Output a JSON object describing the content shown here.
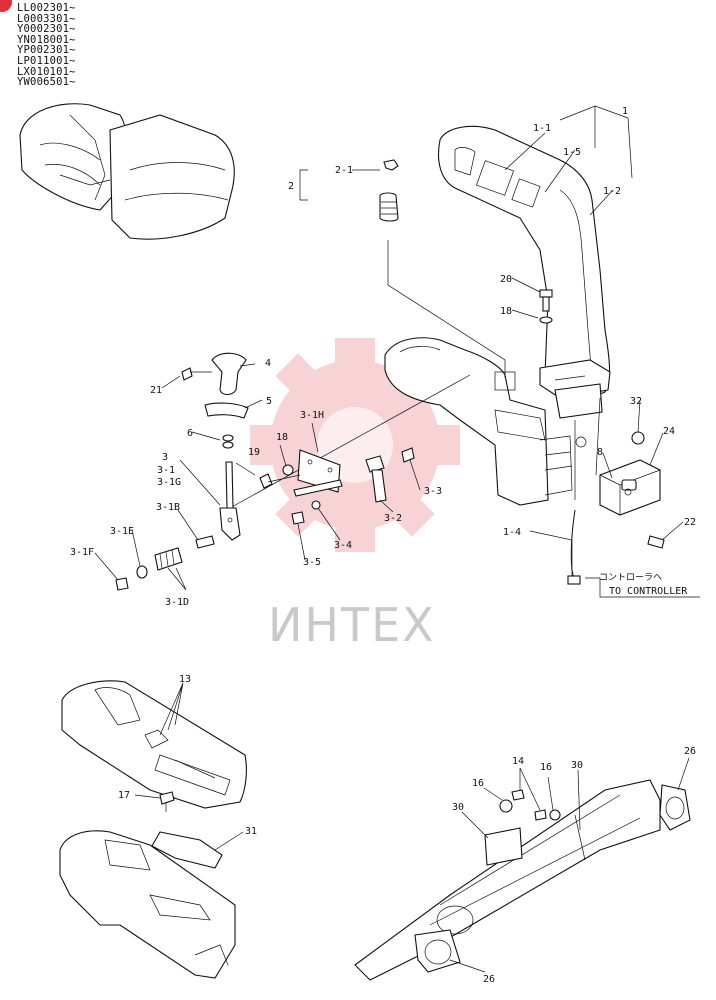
{
  "serial_numbers": [
    "LL002301~",
    "L0003301~",
    "Y0002301~",
    "YN018001~",
    "YP002301~",
    "LP011001~",
    "LX010101~",
    "YW006501~"
  ],
  "callouts": {
    "c1": "1",
    "c1_1": "1-1",
    "c1_5": "1-5",
    "c1_2": "1-2",
    "c1_4": "1-4",
    "c2": "2",
    "c2_1": "2-1",
    "c3": "3",
    "c3_1": "3-1",
    "c3_1G": "3-1G",
    "c3_1H": "3-1H",
    "c3_1B": "3-1B",
    "c3_1E": "3-1E",
    "c3_1F": "3-1F",
    "c3_1D": "3-1D",
    "c3_2": "3-2",
    "c3_3": "3-3",
    "c3_4": "3-4",
    "c3_5": "3-5",
    "c4": "4",
    "c5": "5",
    "c6": "6",
    "c8": "8",
    "c13": "13",
    "c14": "14",
    "c16a": "16",
    "c16b": "16",
    "c17": "17",
    "c18a": "18",
    "c18b": "18",
    "c19": "19",
    "c20": "20",
    "c21": "21",
    "c22": "22",
    "c24": "24",
    "c26a": "26",
    "c26b": "26",
    "c30a": "30",
    "c30b": "30",
    "c31": "31",
    "c32": "32"
  },
  "controller_note_jp": "コントローラヘ",
  "controller_note_en": "TO CONTROLLER",
  "watermark": "ИНТЕХ"
}
